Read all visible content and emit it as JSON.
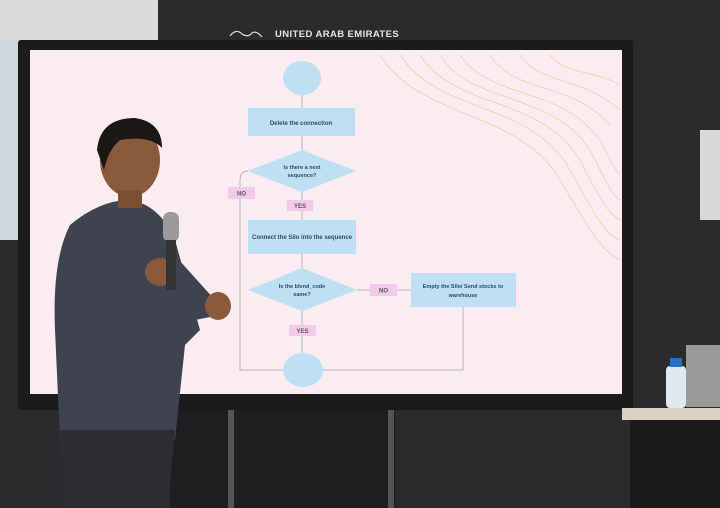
{
  "backdrop": {
    "banner_text": "UNITED ARAB EMIRATES"
  },
  "slide": {
    "background": "#fbecf1",
    "process_color": "#bfe0f2",
    "label_color": "#f3c9ec",
    "steps": {
      "delete": "Delete the connection",
      "next_sequence": [
        "Is there a next",
        "sequence?"
      ],
      "connect": "Connect the Silo into the sequence",
      "blend_code": [
        "Is the blend_code",
        "same?"
      ],
      "empty_silo": [
        "Empty the Silo/ Send stocks to",
        "warehouse"
      ]
    },
    "labels": {
      "no_1": "NO",
      "yes_1": "YES",
      "no_2": "NO",
      "yes_2": "YES"
    }
  }
}
